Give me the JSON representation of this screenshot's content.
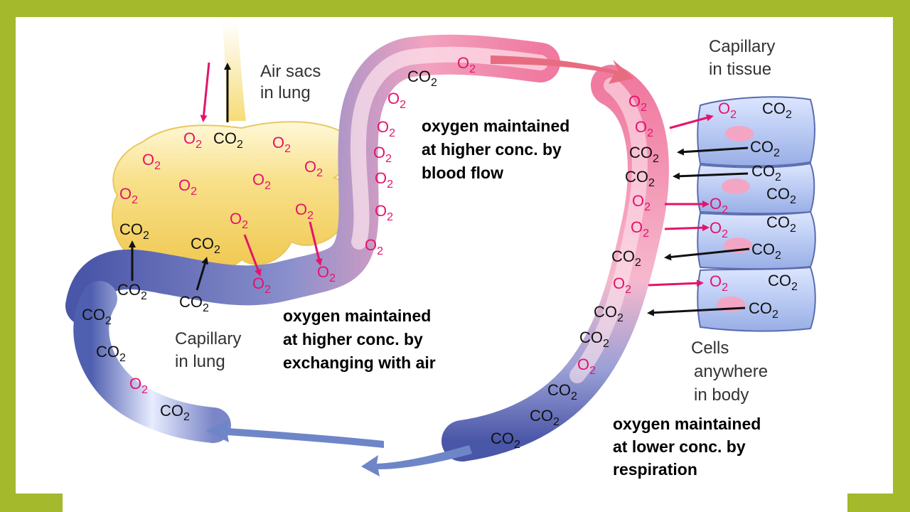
{
  "colors": {
    "frame_border": "#a4b92b",
    "oxygen_text": "#e4136b",
    "arrow_red": "#e4136b",
    "arrow_black": "#111111",
    "lung_fill": "#f5d66a",
    "artery_fill": "#f29ab5",
    "vein_fill": "#5b6bb8",
    "cell_fill": "#b8c8ee"
  },
  "molecules": {
    "o2": "O",
    "co2": "CO",
    "subscript": "2"
  },
  "labels": {
    "air_sacs": [
      "Air sacs",
      "in lung"
    ],
    "capillary_tissue": [
      "Capillary",
      "in tissue"
    ],
    "capillary_lung": [
      "Capillary",
      "in lung"
    ],
    "cells_body": [
      "Cells",
      "anywhere",
      "in body"
    ]
  },
  "notes": {
    "blood_flow": [
      "oxygen maintained",
      "at higher conc. by",
      "blood flow"
    ],
    "exchanging_air": [
      "oxygen maintained",
      "at higher conc. by",
      "exchanging with air"
    ],
    "respiration": [
      "oxygen maintained",
      "at lower conc. by",
      "respiration"
    ]
  }
}
